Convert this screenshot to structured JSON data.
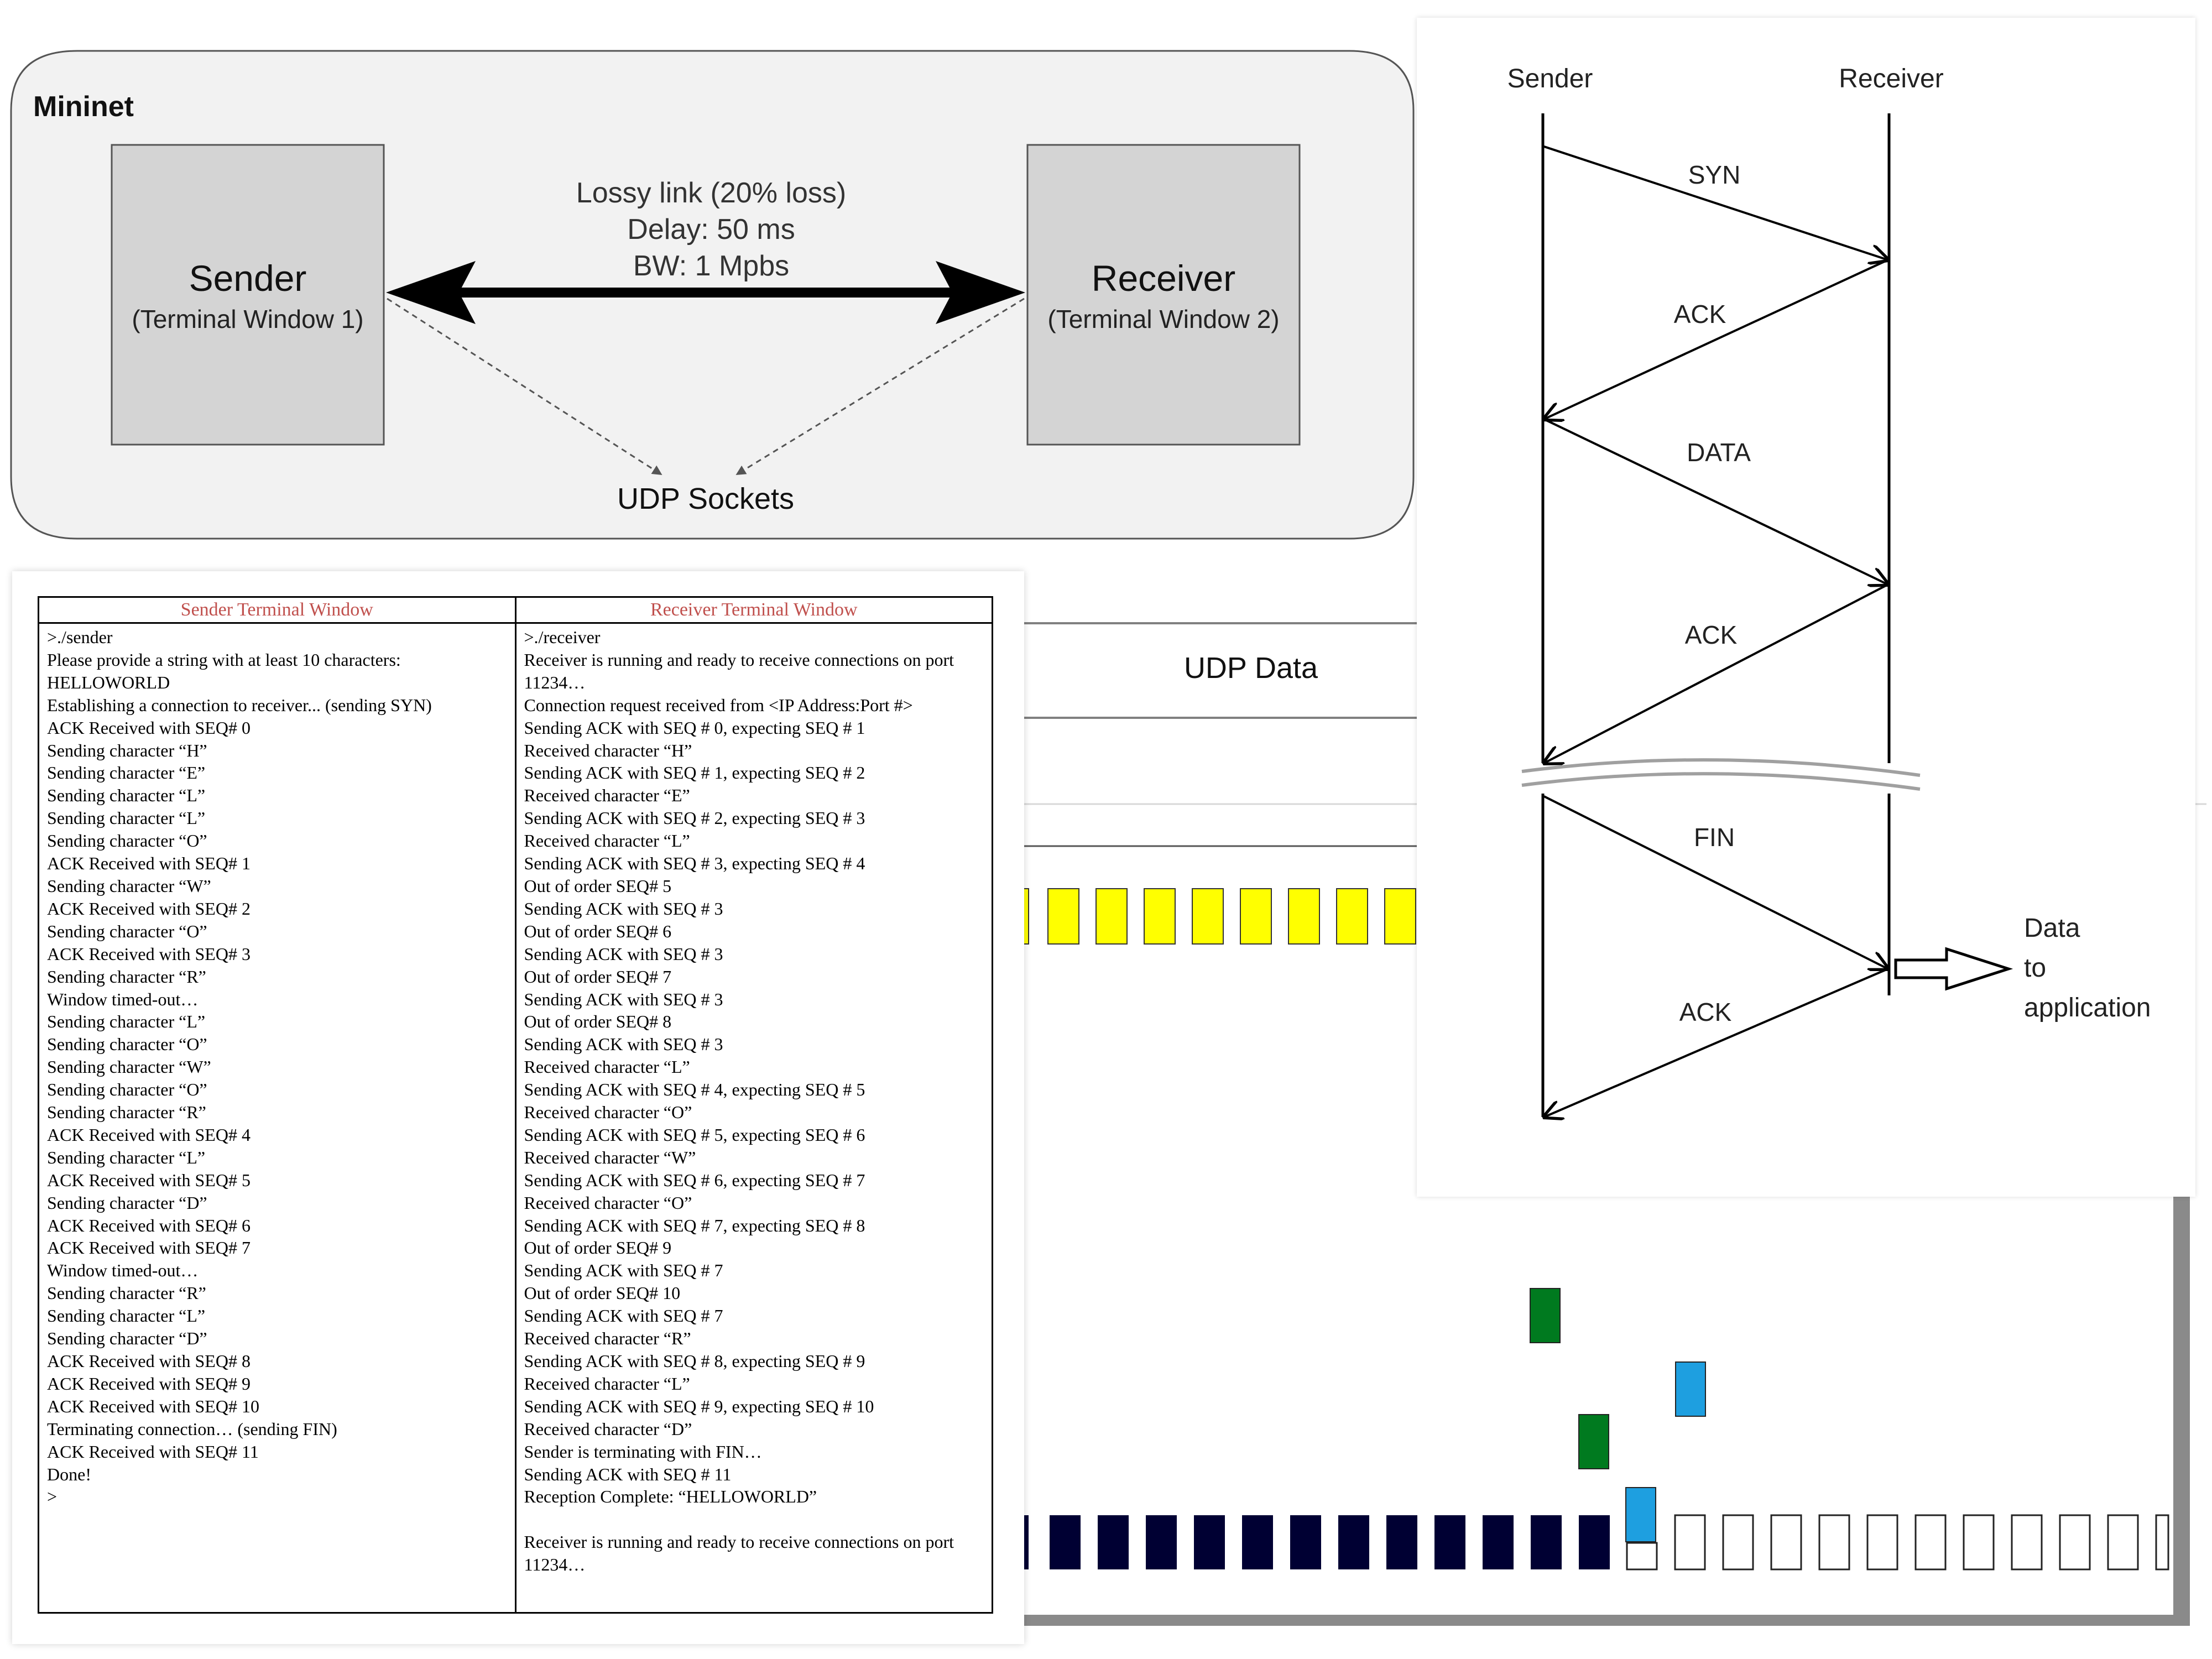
{
  "mininet": {
    "title": "Mininet",
    "sender_label": "Sender",
    "sender_sub": "(Terminal Window 1)",
    "receiver_label": "Receiver",
    "receiver_sub": "(Terminal Window 2)",
    "link_line1": "Lossy link (20% loss)",
    "link_line2": "Delay: 50 ms",
    "link_line3": "BW: 1 Mpbs",
    "sockets_label": "UDP Sockets"
  },
  "udp_data_label": "UDP Data",
  "terminal": {
    "sender_header": "Sender Terminal Window",
    "receiver_header": "Receiver Terminal Window",
    "sender_lines": [
      ">./sender",
      "Please provide a string with at least 10 characters:",
      "HELLOWORLD",
      "Establishing a connection to receiver... (sending SYN)",
      "ACK Received with SEQ# 0",
      "Sending character “H”",
      "Sending character “E”",
      "Sending character “L”",
      "Sending character “L”",
      "Sending character “O”",
      "ACK Received with SEQ# 1",
      "Sending character “W”",
      "ACK Received with SEQ# 2",
      "Sending character “O”",
      "ACK Received with SEQ# 3",
      "Sending character “R”",
      "Window timed-out…",
      "Sending character “L”",
      "Sending character “O”",
      "Sending character “W”",
      "Sending character “O”",
      "Sending character “R”",
      "ACK Received with SEQ# 4",
      "Sending character “L”",
      "ACK Received with SEQ# 5",
      "Sending character “D”",
      "ACK Received with SEQ# 6",
      "ACK Received with SEQ# 7",
      "Window timed-out…",
      "Sending character “R”",
      "Sending character “L”",
      "Sending character “D”",
      "ACK Received with SEQ# 8",
      "ACK Received with SEQ# 9",
      "ACK Received with SEQ# 10",
      "Terminating connection… (sending FIN)",
      "ACK Received with SEQ# 11",
      "Done!",
      ">"
    ],
    "receiver_lines": [
      ">./receiver",
      "Receiver is running and ready to receive connections on port 11234…",
      "Connection request received from <IP Address:Port #>",
      "Sending ACK with SEQ # 0, expecting SEQ # 1",
      "Received character “H”",
      "Sending ACK with SEQ # 1, expecting SEQ # 2",
      "Received character “E”",
      "Sending ACK with SEQ # 2, expecting SEQ # 3",
      "Received character “L”",
      "Sending ACK with SEQ # 3, expecting SEQ # 4",
      "Out of order SEQ# 5",
      "Sending ACK with SEQ # 3",
      "Out of order SEQ# 6",
      "Sending ACK with SEQ # 3",
      "Out of order SEQ# 7",
      "Sending ACK with SEQ # 3",
      "Out of order SEQ# 8",
      "Sending ACK with SEQ # 3",
      "Received character “L”",
      "Sending ACK with SEQ # 4, expecting SEQ # 5",
      "Received character “O”",
      "Sending ACK with SEQ # 5, expecting SEQ # 6",
      "Received character “W”",
      "Sending ACK with SEQ # 6, expecting SEQ # 7",
      "Received character “O”",
      "Sending ACK with SEQ # 7, expecting SEQ # 8",
      "Out of order SEQ# 9",
      "Sending ACK with SEQ # 7",
      "Out of order SEQ# 10",
      "Sending ACK with SEQ # 7",
      "Received character “R”",
      "Sending ACK with SEQ # 8, expecting SEQ # 9",
      "Received character “L”",
      "Sending ACK with SEQ # 9, expecting SEQ # 10",
      "Received character “D”",
      "Sender is terminating with FIN…",
      "Sending ACK with SEQ # 11",
      "Reception Complete: “HELLOWORLD”",
      "",
      "Receiver is running and ready to receive connections on port 11234…"
    ]
  },
  "sequence": {
    "sender_label": "Sender",
    "receiver_label": "Receiver",
    "messages": [
      "SYN",
      "ACK",
      "DATA",
      "ACK",
      "FIN",
      "ACK"
    ],
    "app_line1": "Data",
    "app_line2": "to",
    "app_line3": "application"
  },
  "colors": {
    "yellow_packet": "#ffff00",
    "navy_packet": "#000033",
    "green_packet": "#007a1f",
    "blue_packet": "#1e9fe0",
    "header_red": "#c0504d"
  }
}
